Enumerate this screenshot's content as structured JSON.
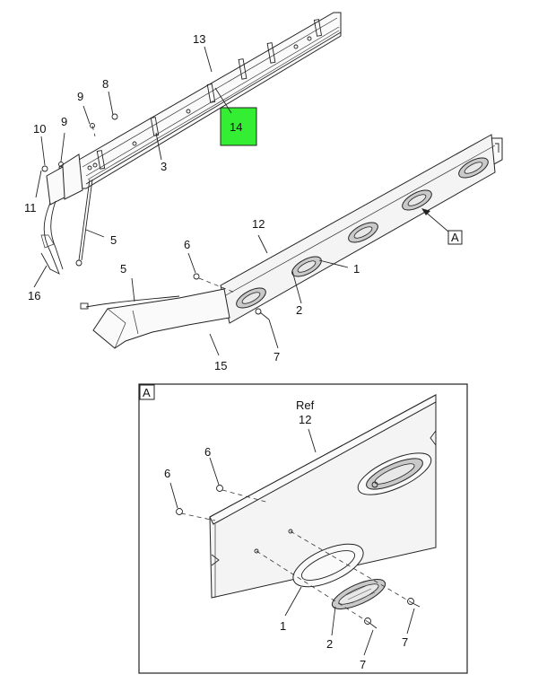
{
  "callouts": {
    "c1_top": "1",
    "c2_top": "2",
    "c3": "3",
    "c5_a": "5",
    "c5_b": "5",
    "c6_top": "6",
    "c7_top": "7",
    "c8": "8",
    "c9_a": "9",
    "c9_b": "9",
    "c10": "10",
    "c11": "11",
    "c12_top": "12",
    "c13": "13",
    "c14": "14",
    "c15": "15",
    "c16": "16",
    "view_marker": "A"
  },
  "detail": {
    "view_label": "A",
    "ref_text": "Ref",
    "c12": "12",
    "c6_a": "6",
    "c6_b": "6",
    "c1": "1",
    "c2": "2",
    "c7_a": "7",
    "c7_b": "7"
  },
  "colors": {
    "highlight": "#33ee33"
  }
}
